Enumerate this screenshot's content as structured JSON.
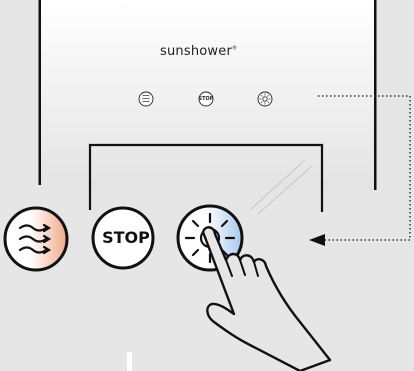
{
  "device": {
    "brand": "sunshower",
    "brand_mark": "®"
  },
  "panel": {
    "icons": [
      "heat-icon",
      "stop-icon",
      "light-icon"
    ],
    "stop_label": "STOP"
  },
  "controls": {
    "heat_button_icon": "heat-waves-icon",
    "stop_label": "STOP",
    "light_button_icon": "sun-icon"
  },
  "colors": {
    "background": "#e6e6e6",
    "heat_accent": "#f0a88a",
    "light_accent": "#a7c8ee",
    "outline": "#111111",
    "dotted_line": "#333333"
  }
}
